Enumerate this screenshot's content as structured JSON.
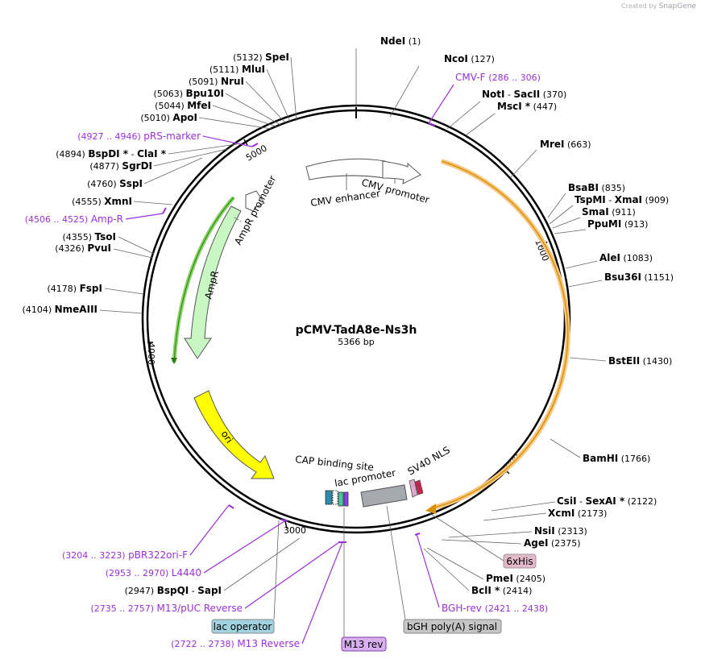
{
  "credit": {
    "prefix": "Created by",
    "brand": "SnapGene"
  },
  "plasmid": {
    "name": "pCMV-TadA8e-Ns3h",
    "length_label": "5366 bp"
  },
  "ticks": [
    "1000",
    "2000",
    "3000",
    "4000",
    "5000"
  ],
  "colors": {
    "site": "#000000",
    "primer": "#9b30d9",
    "cds_orange": "#f5a623",
    "ampr": "#b8f5b0",
    "ori": "#ffff00",
    "grey": "#a9a9a9"
  },
  "sites": [
    {
      "name": "NdeI",
      "pos": "(1)"
    },
    {
      "name": "NcoI",
      "pos": "(127)"
    },
    {
      "name": "NotI",
      "name2": "SacII",
      "pos": "(370)"
    },
    {
      "name": "MscI *",
      "pos": "(447)"
    },
    {
      "name": "MreI",
      "pos": "(663)"
    },
    {
      "name": "BsaBI",
      "pos": "(835)"
    },
    {
      "name": "TspMI",
      "name2": "XmaI",
      "pos": "(909)"
    },
    {
      "name": "SmaI",
      "pos": "(911)"
    },
    {
      "name": "PpuMI",
      "pos": "(913)"
    },
    {
      "name": "AleI",
      "pos": "(1083)"
    },
    {
      "name": "Bsu36I",
      "pos": "(1151)"
    },
    {
      "name": "BstEII",
      "pos": "(1430)"
    },
    {
      "name": "BamHI",
      "pos": "(1766)"
    },
    {
      "name": "CsiI",
      "name2": "SexAI *",
      "pos": "(2122)"
    },
    {
      "name": "XcmI",
      "pos": "(2173)"
    },
    {
      "name": "NsiI",
      "pos": "(2313)"
    },
    {
      "name": "AgeI",
      "pos": "(2375)"
    },
    {
      "name": "PmeI",
      "pos": "(2405)"
    },
    {
      "name": "BclI *",
      "pos": "(2414)"
    },
    {
      "name": "BspQI",
      "name2": "SapI",
      "pos": "(2947)"
    },
    {
      "name": "NmeAIII",
      "pos": "(4104)"
    },
    {
      "name": "FspI",
      "pos": "(4178)"
    },
    {
      "name": "PvuI",
      "pos": "(4326)"
    },
    {
      "name": "TsoI",
      "pos": "(4355)"
    },
    {
      "name": "XmnI",
      "pos": "(4555)"
    },
    {
      "name": "SspI",
      "pos": "(4760)"
    },
    {
      "name": "SgrDI",
      "pos": "(4877)"
    },
    {
      "name": "BspDI *",
      "name2": "ClaI *",
      "pos": "(4894)"
    },
    {
      "name": "ApoI",
      "pos": "(5010)"
    },
    {
      "name": "MfeI",
      "pos": "(5044)"
    },
    {
      "name": "Bpu10I",
      "pos": "(5063)"
    },
    {
      "name": "NruI",
      "pos": "(5091)"
    },
    {
      "name": "MluI",
      "pos": "(5111)"
    },
    {
      "name": "SpeI",
      "pos": "(5132)"
    }
  ],
  "primers": [
    {
      "name": "CMV-F",
      "range": "(286 .. 306)"
    },
    {
      "name": "pRS-marker",
      "range": "(4927 .. 4946)"
    },
    {
      "name": "Amp-R",
      "range": "(4506 .. 4525)"
    },
    {
      "name": "pBR322ori-F",
      "range": "(3204 .. 3223)"
    },
    {
      "name": "L4440",
      "range": "(2953 .. 2970)"
    },
    {
      "name": "M13/pUC Reverse",
      "range": "(2735 .. 2757)"
    },
    {
      "name": "M13 Reverse",
      "range": "(2722 .. 2738)"
    },
    {
      "name": "BGH-rev",
      "range": "(2421 .. 2438)"
    }
  ],
  "features": {
    "cmv_enhancer": "CMV enhancer",
    "cmv_promoter": "CMV promoter",
    "ampr_promoter": "AmpR promoter",
    "ampr": "AmpR",
    "ori": "ori",
    "cap": "CAP binding site",
    "lac_promoter": "lac promoter",
    "sv40": "SV40 NLS"
  },
  "boxes": {
    "his": "6xHis",
    "lac_operator": "lac operator",
    "bgh": "bGH poly(A) signal",
    "m13rev": "M13 rev"
  }
}
